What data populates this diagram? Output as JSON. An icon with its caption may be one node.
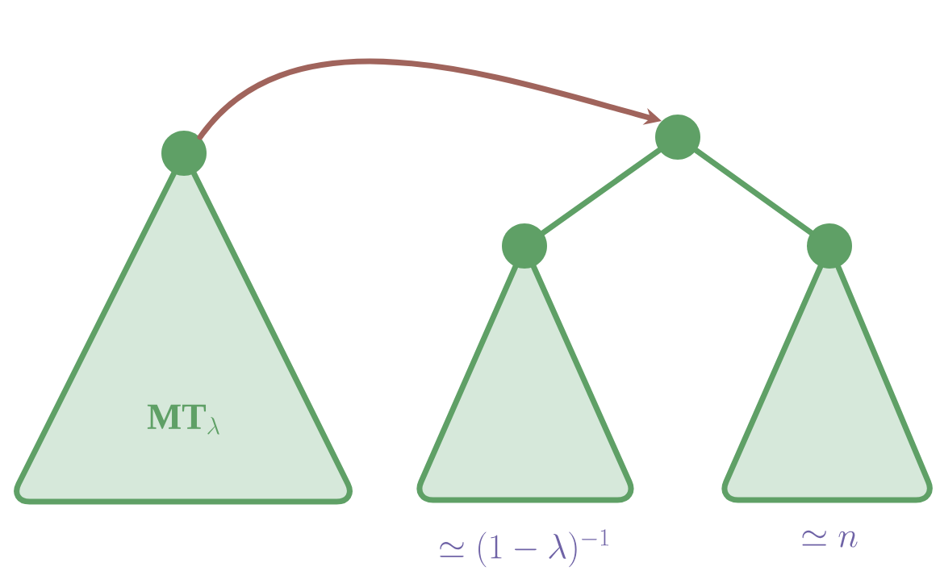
{
  "diagram": {
    "nodes": [
      {
        "text": [
          "\\mathbf{MT}_\\lambda"
        ]
      },
      {
        "text": [],
        "shape": "circle"
      },
      {
        "text": [],
        "shape": "circle"
      },
      {
        "text": [],
        "shape": "circle"
      },
      {
        "text": [],
        "shape": "circle"
      },
      {
        "text": [],
        "shape": "triangle",
        "beside": [
          "\\simeq (1-\\lambda)^{-1}"
        ]
      },
      {
        "text": [],
        "shape": "triangle",
        "beside": [
          "\\simeq n"
        ]
      }
    ],
    "edges": [
      {
        "from": 1,
        "to": 2,
        "arrow": "to",
        "color": "#a0645c"
      },
      {
        "from": 2,
        "to": 3,
        "arrow": "none"
      },
      {
        "from": 2,
        "to": 4,
        "arrow": "none"
      }
    ]
  }
}
